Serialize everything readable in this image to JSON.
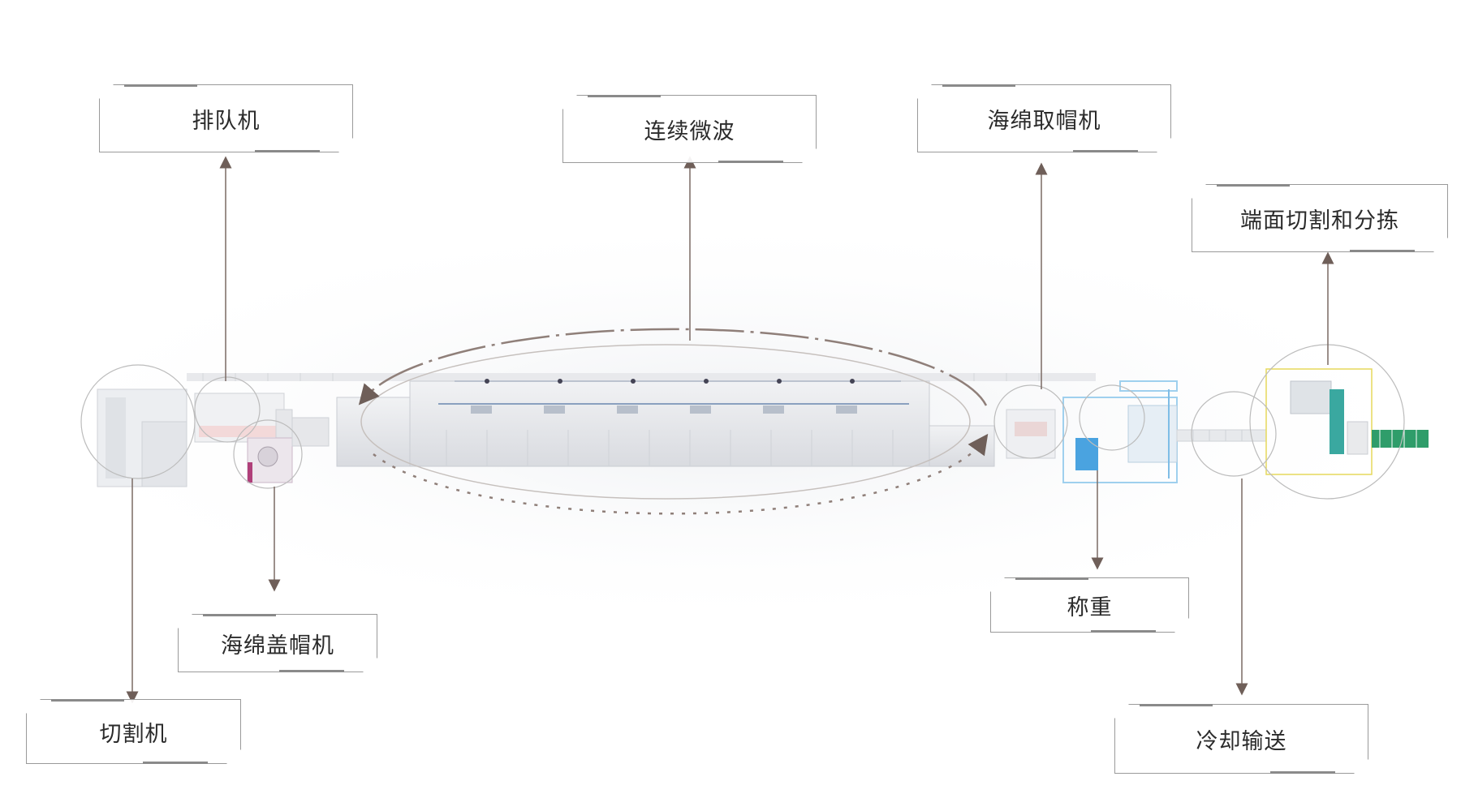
{
  "labels": {
    "queue_machine": "排队机",
    "continuous_microwave": "连续微波",
    "sponge_cap_removal": "海绵取帽机",
    "end_cut_sort": "端面切割和分拣",
    "weighing": "称重",
    "sponge_cap_cover": "海绵盖帽机",
    "cutter": "切割机",
    "cooling_conveyor": "冷却输送"
  },
  "colors": {
    "line": "#7a6a64",
    "machine": "#e6e7ea",
    "accent_blue": "#4aa3e0",
    "accent_green": "#2f9d6a",
    "accent_magenta": "#b0407a"
  }
}
